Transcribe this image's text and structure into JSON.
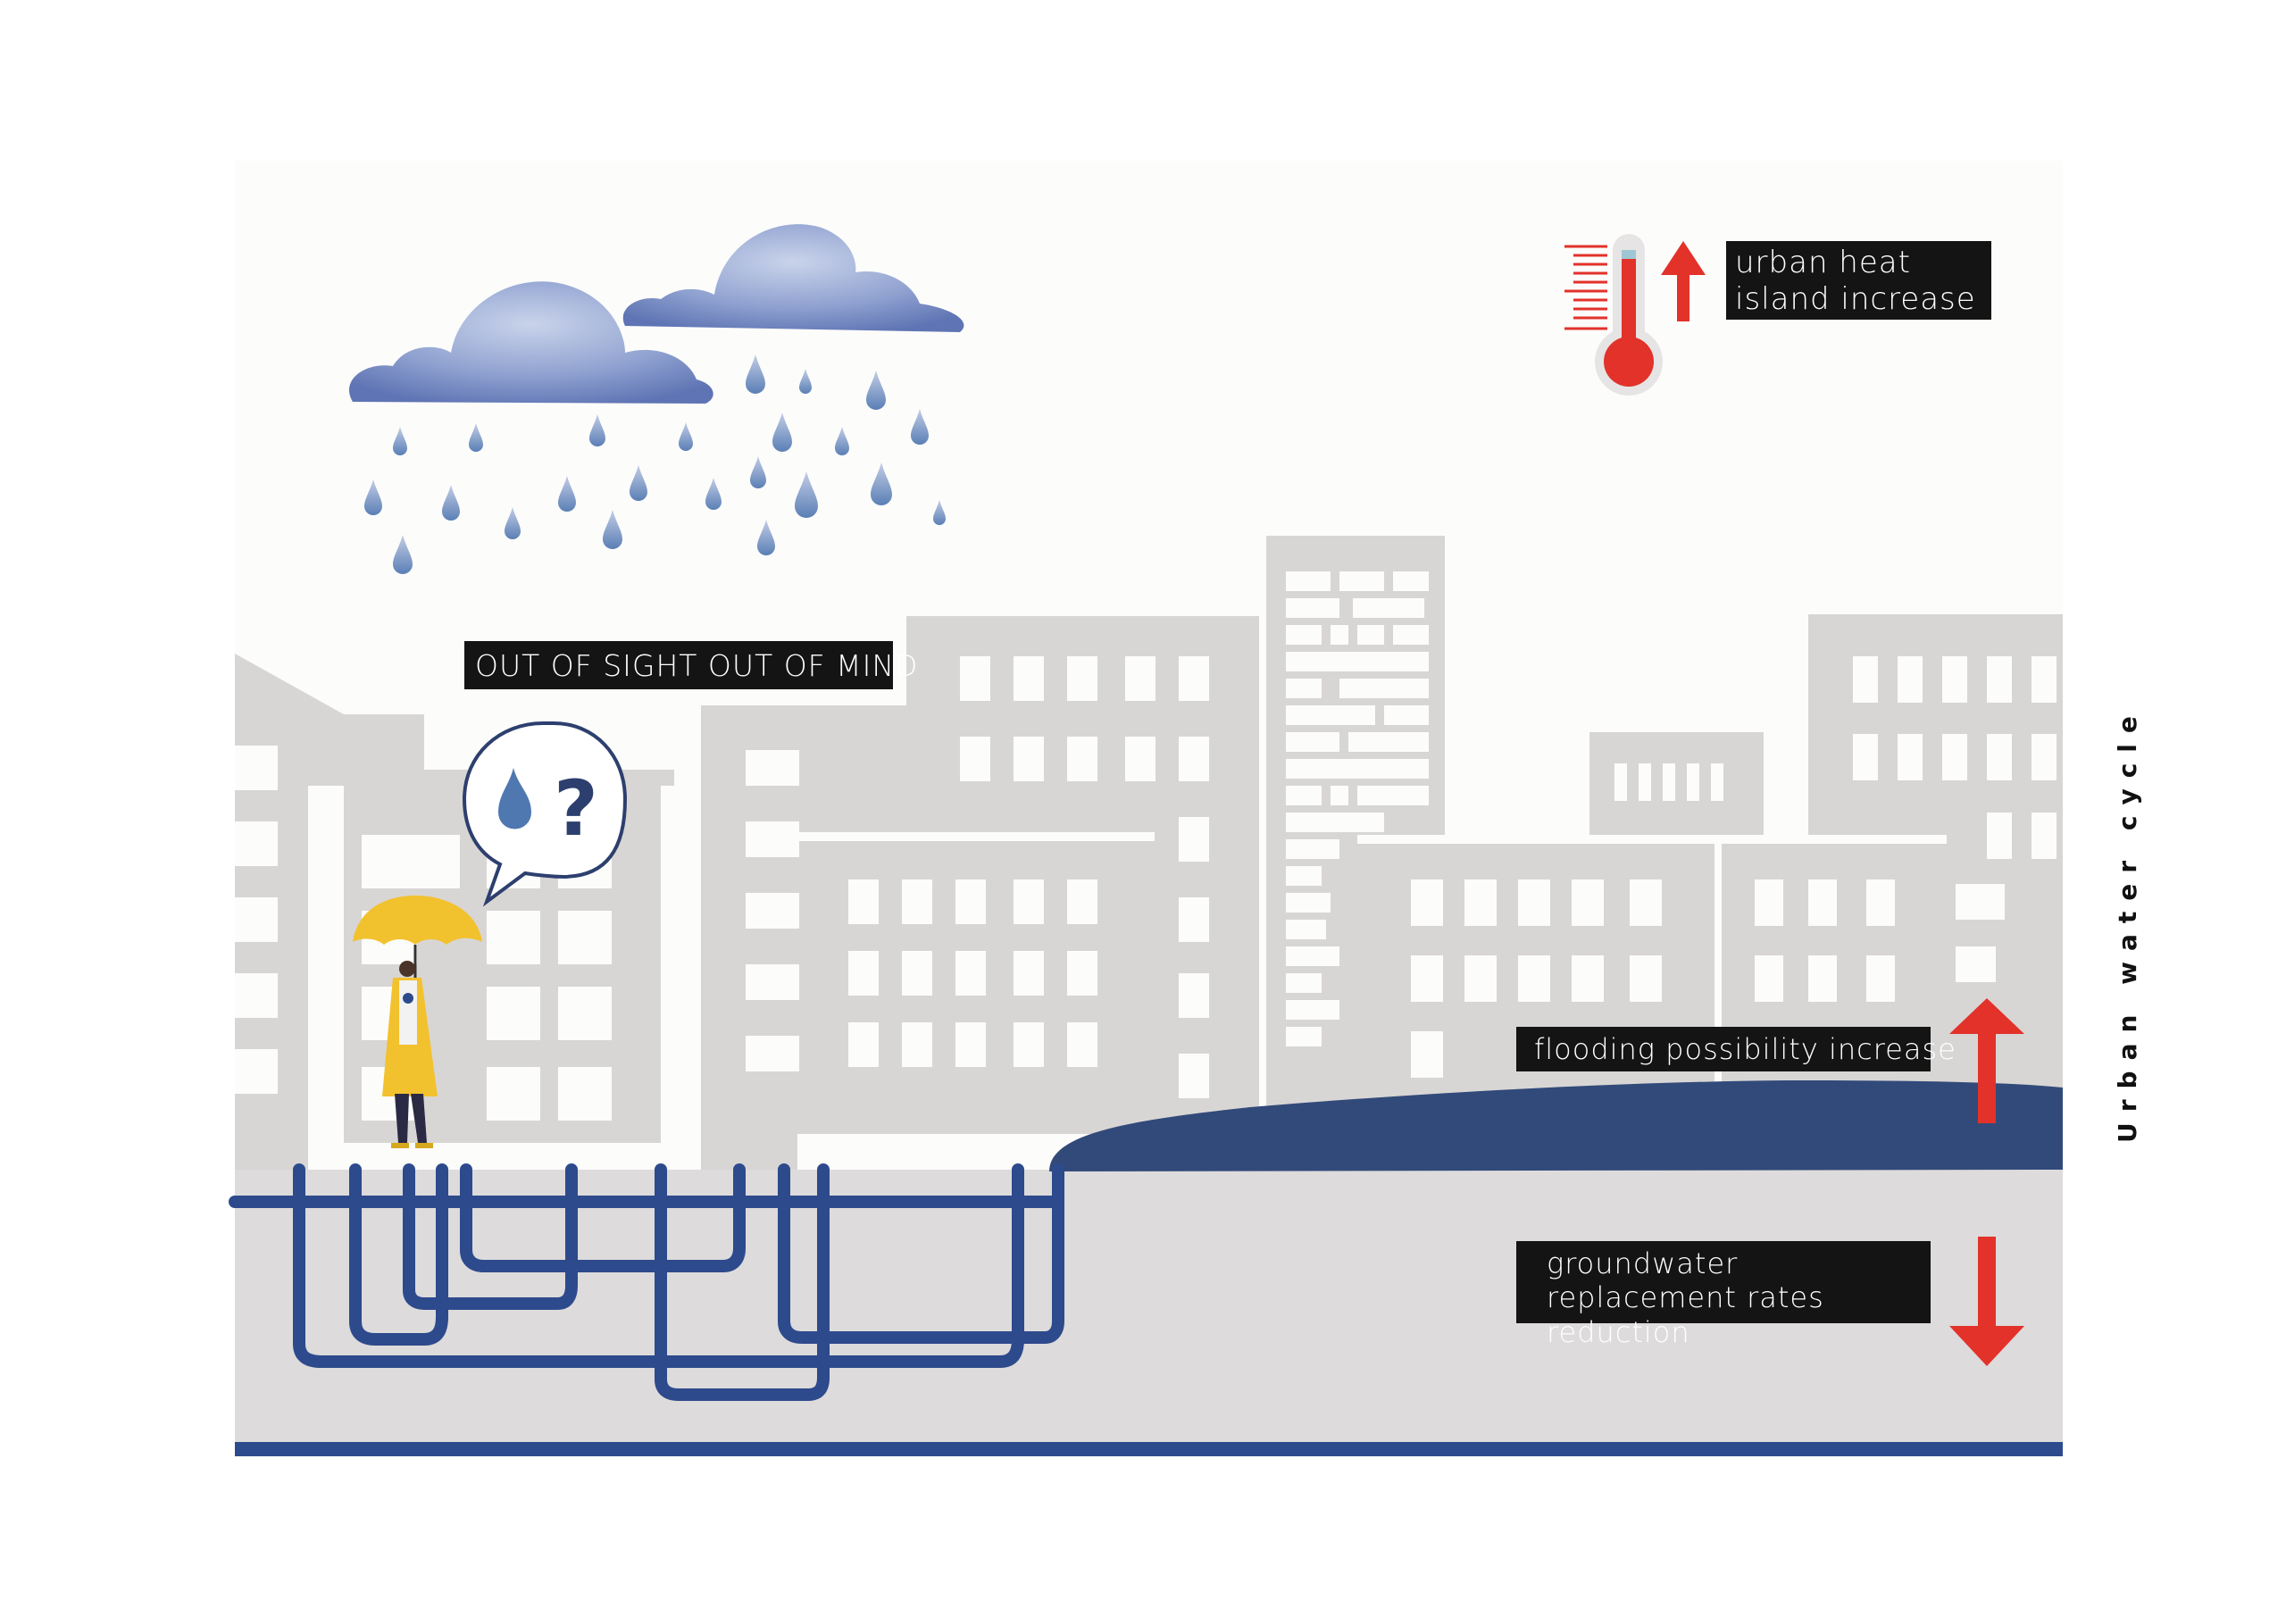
{
  "labels": {
    "heat_island": "urban heat island increase",
    "out_of_sight": "OUT OF SIGHT OUT OF MIND",
    "flooding": "flooding possibility increase",
    "groundwater": "groundwater replacement rates  reduction",
    "side_title": "Urban water cycle"
  },
  "speech_bubble": {
    "symbol": "?"
  },
  "icons": {
    "clouds": "rain-cloud-icon",
    "thermometer": "thermometer-icon",
    "heat_arrow": "arrow-up-icon",
    "flood_arrow": "arrow-up-icon",
    "ground_arrow": "arrow-down-icon",
    "person": "person-with-umbrella-icon",
    "speech": "speech-bubble-icon"
  },
  "colors": {
    "building_gray": "#d8d6d4",
    "ground_gray": "#dddbdb",
    "water_blue": "#324a7a",
    "pipe_blue": "#2d4a8c",
    "accent_red": "#e2322a",
    "label_black": "#141414",
    "umbrella_yellow": "#f2c12e"
  }
}
